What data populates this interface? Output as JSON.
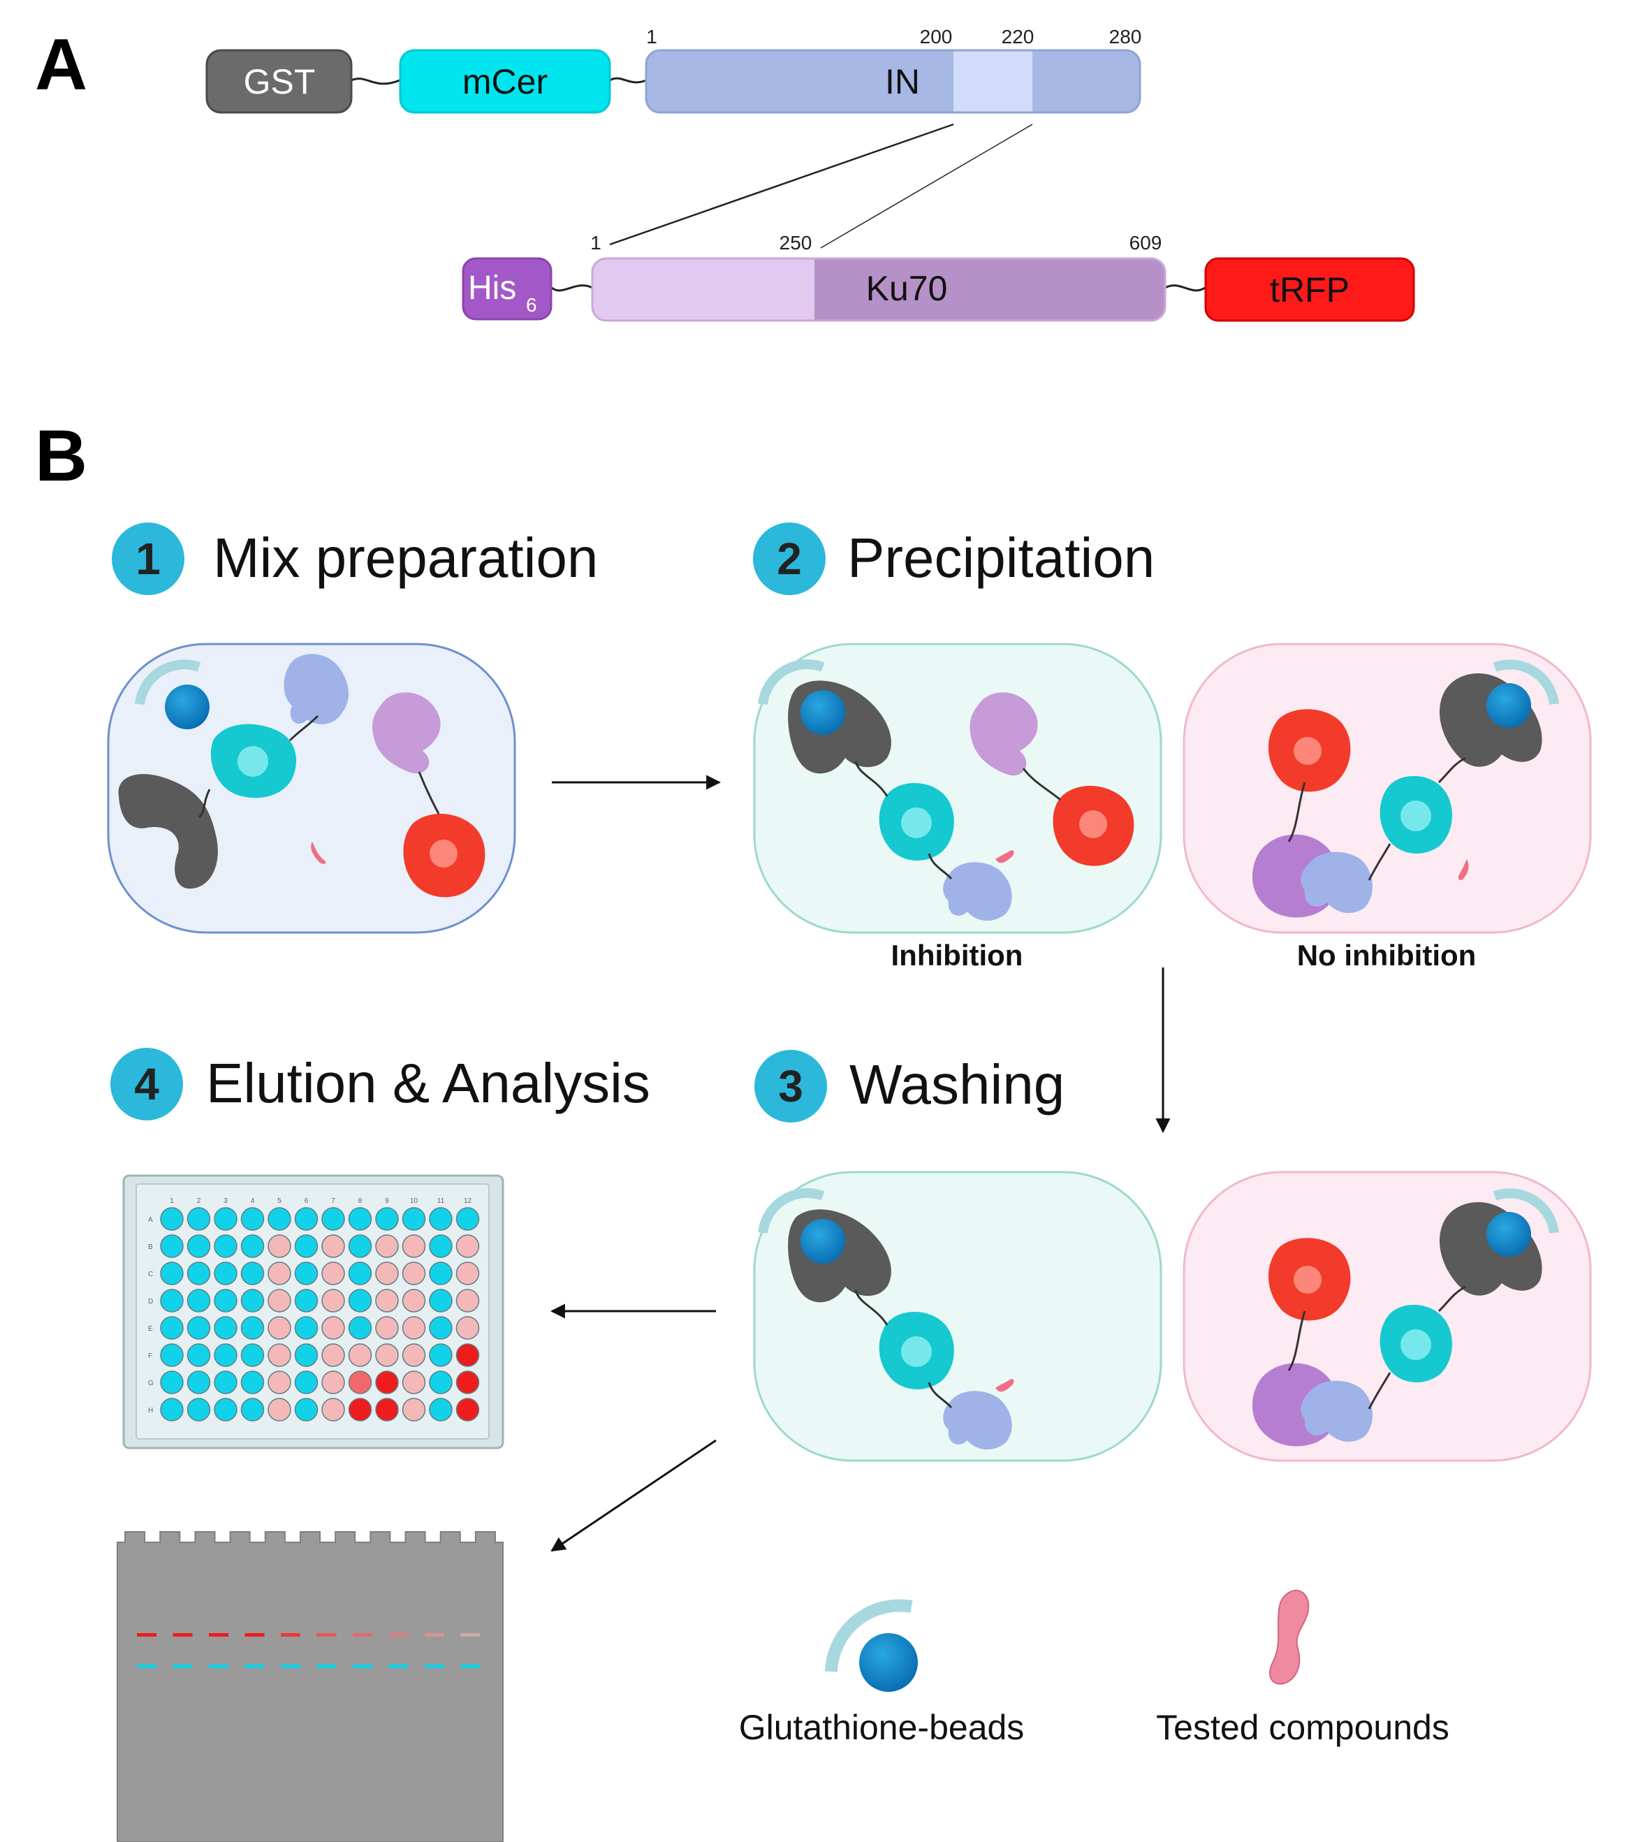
{
  "panel_a": {
    "label": "A",
    "top_construct": {
      "gst": "GST",
      "mcer": "mCer",
      "in_label": "IN",
      "tick_1": "1",
      "tick_200": "200",
      "tick_220": "220",
      "tick_280": "280"
    },
    "bottom_construct": {
      "his": "His",
      "his_sub": "6",
      "ku70": "Ku70",
      "trfp": "tRFP",
      "tick_1": "1",
      "tick_250": "250",
      "tick_609": "609"
    }
  },
  "panel_b": {
    "label": "B",
    "steps": [
      {
        "number": "1",
        "title": "Mix preparation"
      },
      {
        "number": "2",
        "title": "Precipitation"
      },
      {
        "number": "3",
        "title": "Washing"
      },
      {
        "number": "4",
        "title": "Elution & Analysis"
      }
    ],
    "inhibition_label": "Inhibition",
    "no_inhibition_label": "No inhibition",
    "plate": {
      "columns": [
        "1",
        "2",
        "3",
        "4",
        "5",
        "6",
        "7",
        "8",
        "9",
        "10",
        "11",
        "12"
      ],
      "rows": [
        "A",
        "B",
        "C",
        "D",
        "E",
        "F",
        "G",
        "H"
      ],
      "well_states": [
        "CCCCCCCCCCCC",
        "CCCCPCPCPPCP",
        "CCCCPCPCPPCP",
        "CCCCPCPCPPCP",
        "CCCCPCPCPPCP",
        "CCCCPCPPPPCR",
        "CCCCPCPMRPCR",
        "CCCCPCPRRPCR"
      ]
    },
    "legend": {
      "beads": "Glutathione-beads",
      "compounds": "Tested compounds"
    }
  },
  "colors": {
    "gst": "#6b6b6b",
    "mcer": "#00e5ee",
    "in_domain": "#a8b8e4",
    "in_highlight": "#d0dcf8",
    "his": "#a258c6",
    "ku70_light": "#e3c9f0",
    "ku70_dark": "#b691c8",
    "trfp": "#ff1a1a",
    "step_circle": "#2bb8da",
    "well_cyan": "#12d2ea",
    "well_pink": "#f4b8b8",
    "well_medium": "#f2676a",
    "well_red": "#ee1c1c"
  }
}
